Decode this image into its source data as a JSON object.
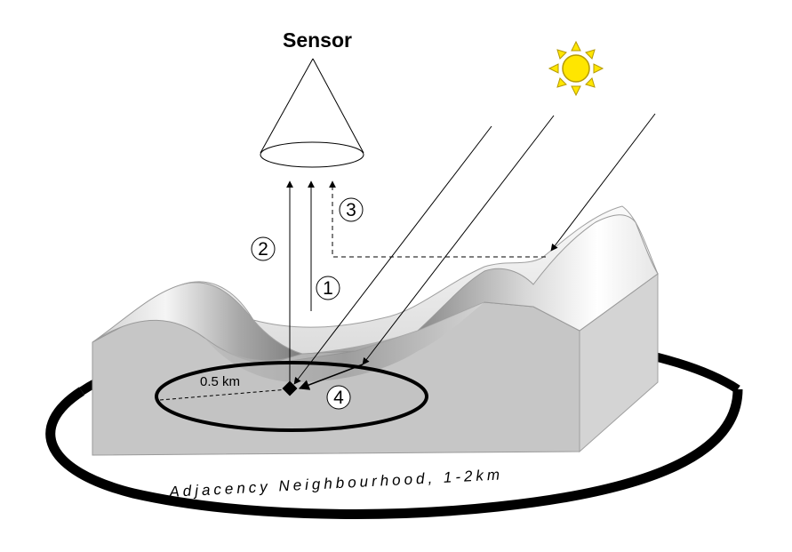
{
  "diagram": {
    "sensor_label": "Sensor",
    "path_labels": {
      "p1": "1",
      "p2": "2",
      "p3": "3",
      "p4": "4"
    },
    "radius_label": "0.5 km",
    "neighbourhood_label": "Adjacency Neighbourhood, 1-2km",
    "icons": {
      "sun": "sun-icon",
      "sensor": "sensor-cone-icon",
      "target": "target-pixel-icon"
    },
    "colors": {
      "background": "#ffffff",
      "sun_fill": "#ffe600",
      "sun_stroke": "#b59a00",
      "terrain_side": "#c8c8c8",
      "terrain_top_light": "#f4f4f4",
      "terrain_top_dark": "#8c8c8c",
      "line": "#000000"
    }
  }
}
